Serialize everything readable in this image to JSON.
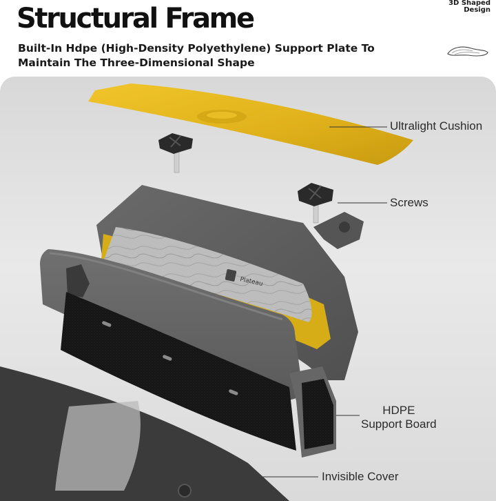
{
  "header": {
    "title": "Structural Frame",
    "subtitle_lines": [
      "Built-In Hdpe (High-Density Polyethylene) Support Plate To",
      "Maintain The Three-Dimensional Shape"
    ]
  },
  "badge": {
    "lines": [
      "3D Shaped",
      "Design"
    ],
    "icon": "insole-outline-icon"
  },
  "callouts": {
    "cushion": "Ultralight Cushion",
    "screws": "Screws",
    "board_lines": [
      "HDPE",
      "Support Board"
    ],
    "cover": "Invisible Cover"
  },
  "product": {
    "label_brand": "Plateau"
  },
  "colors": {
    "cushion_yellow": "#e2b217",
    "frame_gray": "#5e5e5e",
    "board_black": "#141414",
    "panel_bg": "#e4e4e4"
  }
}
